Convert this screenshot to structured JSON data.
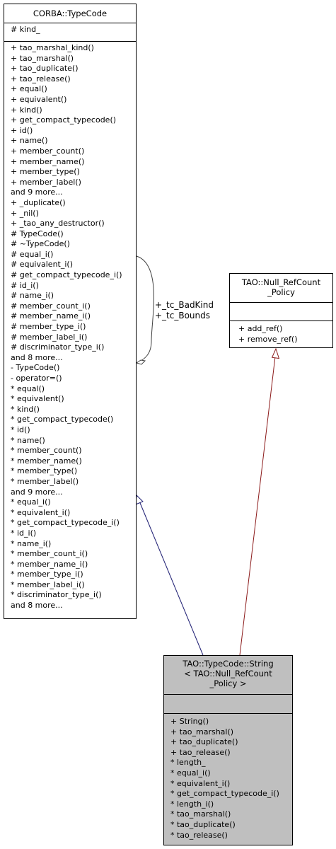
{
  "typecode": {
    "name": "CORBA::TypeCode",
    "attributes": [
      "# kind_"
    ],
    "methods": [
      "+ tao_marshal_kind()",
      "+ tao_marshal()",
      "+ tao_duplicate()",
      "+ tao_release()",
      "+ equal()",
      "+ equivalent()",
      "+ kind()",
      "+ get_compact_typecode()",
      "+ id()",
      "+ name()",
      "+ member_count()",
      "+ member_name()",
      "+ member_type()",
      "+ member_label()",
      "and 9 more...",
      "+ _duplicate()",
      "+ _nil()",
      "+ _tao_any_destructor()",
      "# TypeCode()",
      "# ~TypeCode()",
      "# equal_i()",
      "# equivalent_i()",
      "# get_compact_typecode_i()",
      "# id_i()",
      "# name_i()",
      "# member_count_i()",
      "# member_name_i()",
      "# member_type_i()",
      "# member_label_i()",
      "# discriminator_type_i()",
      "and 8 more...",
      "- TypeCode()",
      "- operator=()",
      "* equal()",
      "* equivalent()",
      "* kind()",
      "* get_compact_typecode()",
      "* id()",
      "* name()",
      "* member_count()",
      "* member_name()",
      "* member_type()",
      "* member_label()",
      "and 9 more...",
      "* equal_i()",
      "* equivalent_i()",
      "* get_compact_typecode_i()",
      "* id_i()",
      "* name_i()",
      "* member_count_i()",
      "* member_name_i()",
      "* member_type_i()",
      "* member_label_i()",
      "* discriminator_type_i()",
      "and 8 more..."
    ]
  },
  "policy": {
    "name_lines": [
      "TAO::Null_RefCount",
      "_Policy"
    ],
    "attributes": [],
    "methods": [
      "+ add_ref()",
      "+ remove_ref()"
    ]
  },
  "string_class": {
    "name_lines": [
      "TAO::TypeCode::String",
      "< TAO::Null_RefCount",
      "_Policy >"
    ],
    "attributes": [],
    "methods": [
      "+ String()",
      "+ tao_marshal()",
      "+ tao_duplicate()",
      "+ tao_release()",
      "* length_",
      "* equal_i()",
      "* equivalent_i()",
      "* get_compact_typecode_i()",
      "* length_i()",
      "* tao_marshal()",
      "* tao_duplicate()",
      "* tao_release()"
    ]
  },
  "self_association": {
    "labels": [
      "+_tc_BadKind",
      "+_tc_Bounds"
    ]
  },
  "colors": {
    "inheritance_typecode": "#191970",
    "inheritance_policy": "#8b1a1a",
    "association": "#404040",
    "highlight_box": "#bfbfbf"
  }
}
